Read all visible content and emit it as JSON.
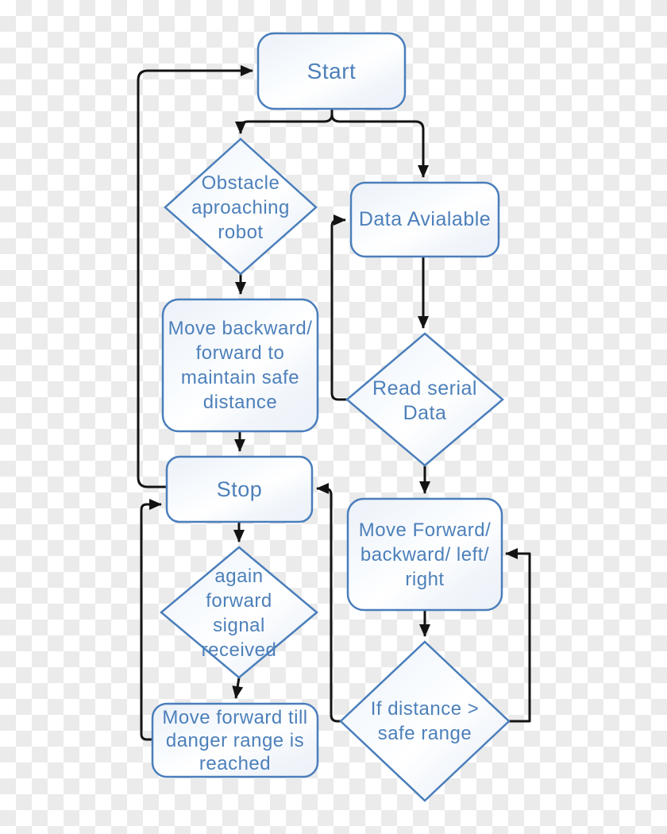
{
  "diagram": {
    "type": "flowchart",
    "nodes": {
      "start": {
        "id": "start",
        "shape": "rounded-rect",
        "label": "Start"
      },
      "obstacle": {
        "id": "obstacle",
        "shape": "diamond",
        "lines": [
          "Obstacle",
          "aproaching",
          "robot"
        ]
      },
      "data_available": {
        "id": "data_available",
        "shape": "rounded-rect",
        "label": "Data Avialable"
      },
      "move_backward": {
        "id": "move_backward",
        "shape": "rounded-rect",
        "lines": [
          "Move backward/",
          "forward to",
          "maintain safe",
          "distance"
        ]
      },
      "read_serial": {
        "id": "read_serial",
        "shape": "diamond",
        "lines": [
          "Read serial",
          "Data"
        ]
      },
      "stop": {
        "id": "stop",
        "shape": "rounded-rect",
        "label": "Stop"
      },
      "move_forward": {
        "id": "move_forward",
        "shape": "rounded-rect",
        "lines": [
          "Move Forward/",
          "backward/ left/",
          "right"
        ]
      },
      "again_signal": {
        "id": "again_signal",
        "shape": "diamond",
        "lines": [
          "again",
          "forward",
          "signal",
          "received"
        ]
      },
      "if_distance": {
        "id": "if_distance",
        "shape": "diamond",
        "lines": [
          "If distance >",
          "safe range"
        ]
      },
      "move_till_danger": {
        "id": "move_till_danger",
        "shape": "rounded-rect",
        "lines": [
          "Move forward till",
          "danger range is",
          "reached"
        ]
      }
    },
    "edges": [
      {
        "from": "start",
        "to": "obstacle"
      },
      {
        "from": "start",
        "to": "data_available"
      },
      {
        "from": "obstacle",
        "to": "move_backward"
      },
      {
        "from": "move_backward",
        "to": "stop"
      },
      {
        "from": "stop",
        "to": "again_signal"
      },
      {
        "from": "again_signal",
        "to": "move_till_danger"
      },
      {
        "from": "move_till_danger",
        "to": "stop"
      },
      {
        "from": "stop",
        "to": "start"
      },
      {
        "from": "data_available",
        "to": "read_serial"
      },
      {
        "from": "read_serial",
        "to": "data_available"
      },
      {
        "from": "read_serial",
        "to": "move_forward"
      },
      {
        "from": "move_forward",
        "to": "if_distance"
      },
      {
        "from": "if_distance",
        "to": "stop"
      },
      {
        "from": "if_distance",
        "to": "move_forward"
      }
    ],
    "colors": {
      "shape_border": "#4a7ebb",
      "shape_text": "#4d80ba",
      "shape_fill_tint": "#edf2f9",
      "connector": "#131313",
      "checker_light": "#ffffff",
      "checker_dark": "#ebebeb"
    }
  }
}
